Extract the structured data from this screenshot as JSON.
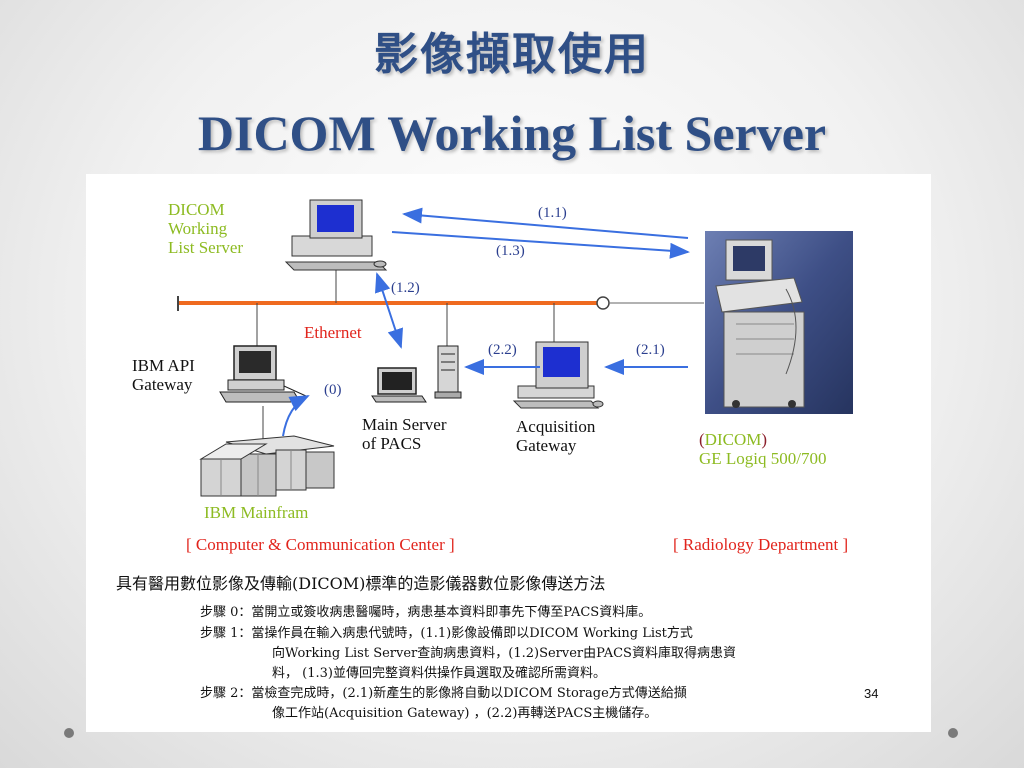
{
  "title_line1": "影像擷取使用",
  "title_line2": "DICOM Working List Server",
  "diagram": {
    "dicom_server_label": [
      "DICOM",
      "Working",
      "List Server"
    ],
    "ethernet_label": "Ethernet",
    "ibm_api_label": [
      "IBM API",
      "Gateway"
    ],
    "main_server_label": [
      "Main Server",
      "of PACS"
    ],
    "acquisition_label": [
      "Acquisition",
      "Gateway"
    ],
    "modality_label_paren_open": "(",
    "modality_label_dicom": "DICOM",
    "modality_label_paren_close": ")",
    "modality_label_model": "GE Logiq 500/700",
    "ibm_mainframe_label": "IBM Mainfram",
    "computer_center_label": "[ Computer & Communication Center ]",
    "radiology_label": "[ Radiology Department ]",
    "step_labels": {
      "s0": "(0)",
      "s11": "(1.1)",
      "s12": "(1.2)",
      "s13": "(1.3)",
      "s21": "(2.1)",
      "s22": "(2.2)"
    }
  },
  "description": {
    "heading": "具有醫用數位影像及傳輸(DICOM)標準的造影儀器數位影像傳送方法",
    "step0": "步驟 0：當開立或簽收病患醫囑時，病患基本資料即事先下傳至PACS資料庫。",
    "step1_line1": "步驟 1：當操作員在輸入病患代號時，(1.1)影像設備即以DICOM Working List方式",
    "step1_line2": "向Working List Server查詢病患資料，(1.2)Server由PACS資料庫取得病患資",
    "step1_line3": "料， (1.3)並傳回完整資料供操作員選取及確認所需資料。",
    "step2_line1": "步驟 2：當檢查完成時，(2.1)新產生的影像將自動以DICOM Storage方式傳送給擷",
    "step2_line2": "像工作站(Acquisition Gateway) ，(2.2)再轉送PACS主機儲存。",
    "page_number": "34"
  },
  "colors": {
    "title": "#2f4f86",
    "ethernet_line": "#ef6a1f",
    "arrow": "#3a6fe0",
    "label_green": "#8dbb22",
    "label_blue": "#2b3f8f",
    "label_red": "#e1241c"
  }
}
